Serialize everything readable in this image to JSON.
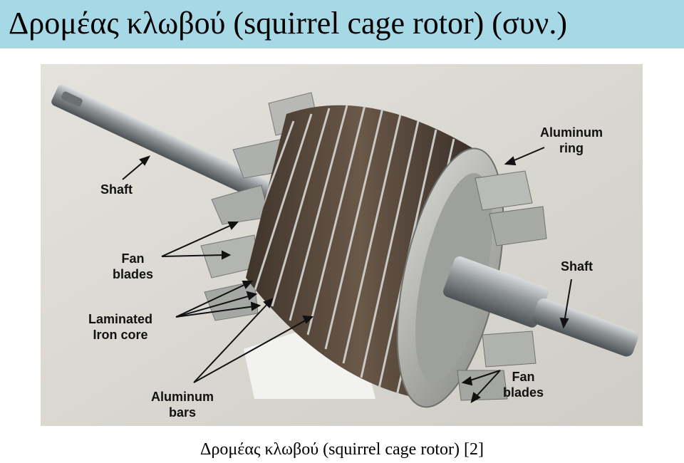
{
  "title": "Δρομέας κλωβού (squirrel cage rotor) (συν.)",
  "caption": "Δρομέας κλωβού (squirrel cage rotor) [2]",
  "labels": {
    "shaft_left": "Shaft",
    "aluminum_ring_1": "Aluminum",
    "aluminum_ring_2": "ring",
    "fan_blades_left_1": "Fan",
    "fan_blades_left_2": "blades",
    "shaft_right": "Shaft",
    "laminated_core_1": "Laminated",
    "laminated_core_2": "Iron core",
    "aluminum_bars_1": "Aluminum",
    "aluminum_bars_2": "bars",
    "fan_blades_right_1": "Fan",
    "fan_blades_right_2": "blades"
  },
  "colors": {
    "title_bar": "#a7d8e6",
    "photo_background": "#dcdad3",
    "core": "#5a4a3c",
    "bars": "#cfcfcf",
    "shaft": "#9ea3a6"
  }
}
